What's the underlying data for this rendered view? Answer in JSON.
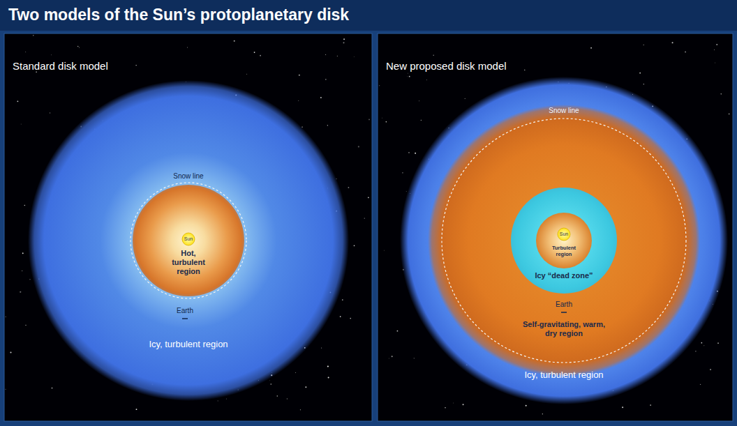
{
  "diagram": {
    "title": "Two models of the Sun’s protoplanetary disk",
    "nodes": [
      {
        "text": [
          "Standard disk model"
        ]
      },
      {
        "text": [
          "Icy, turbulent region"
        ],
        "in": 0
      },
      {
        "text": [
          "Hot, turbulent region"
        ],
        "in": 1
      },
      {
        "text": [
          "Sun"
        ],
        "in": 2
      },
      {
        "text": [
          "New proposed disk model"
        ]
      },
      {
        "text": [
          "Icy, turbulent region"
        ],
        "in": 4
      },
      {
        "text": [
          "Self-gravitating, warm, dry region"
        ],
        "in": 5
      },
      {
        "text": [
          "Icy “dead zone”"
        ],
        "in": 6
      },
      {
        "text": [
          "Turbulent region"
        ],
        "in": 7
      },
      {
        "text": [
          "Sun"
        ],
        "in": 8
      }
    ],
    "labels": [
      "Snow line",
      "Earth",
      "Snow line",
      "Earth"
    ]
  }
}
